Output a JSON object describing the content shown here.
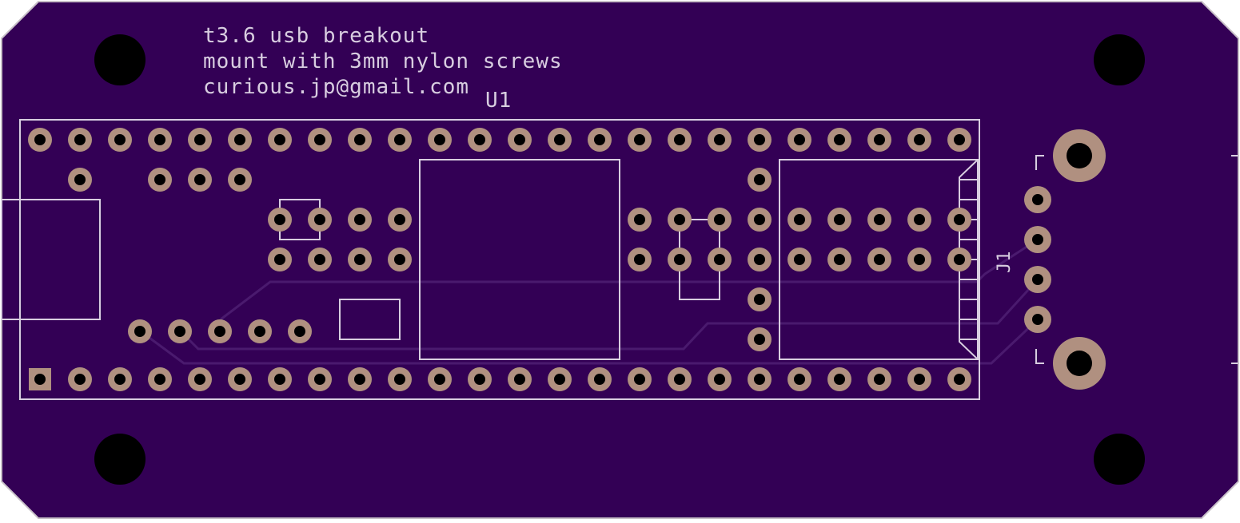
{
  "silkscreen": {
    "title_lines": [
      "t3.6 usb breakout",
      "mount with 3mm nylon screws",
      "curious.jp@gmail.com"
    ],
    "u1_ref": "U1",
    "j1_ref": "J1"
  },
  "colors": {
    "board": "#330055",
    "board_edge": "#c8c0c8",
    "silk": "#d8cde0",
    "pad_copper": "#b09080",
    "hole": "#000000",
    "trace": "#4a1a6e"
  },
  "features": {
    "mounting_holes": 4,
    "u1_top_row_pins": 24,
    "u1_bottom_row_pins": 24,
    "j1_pins": 4
  }
}
